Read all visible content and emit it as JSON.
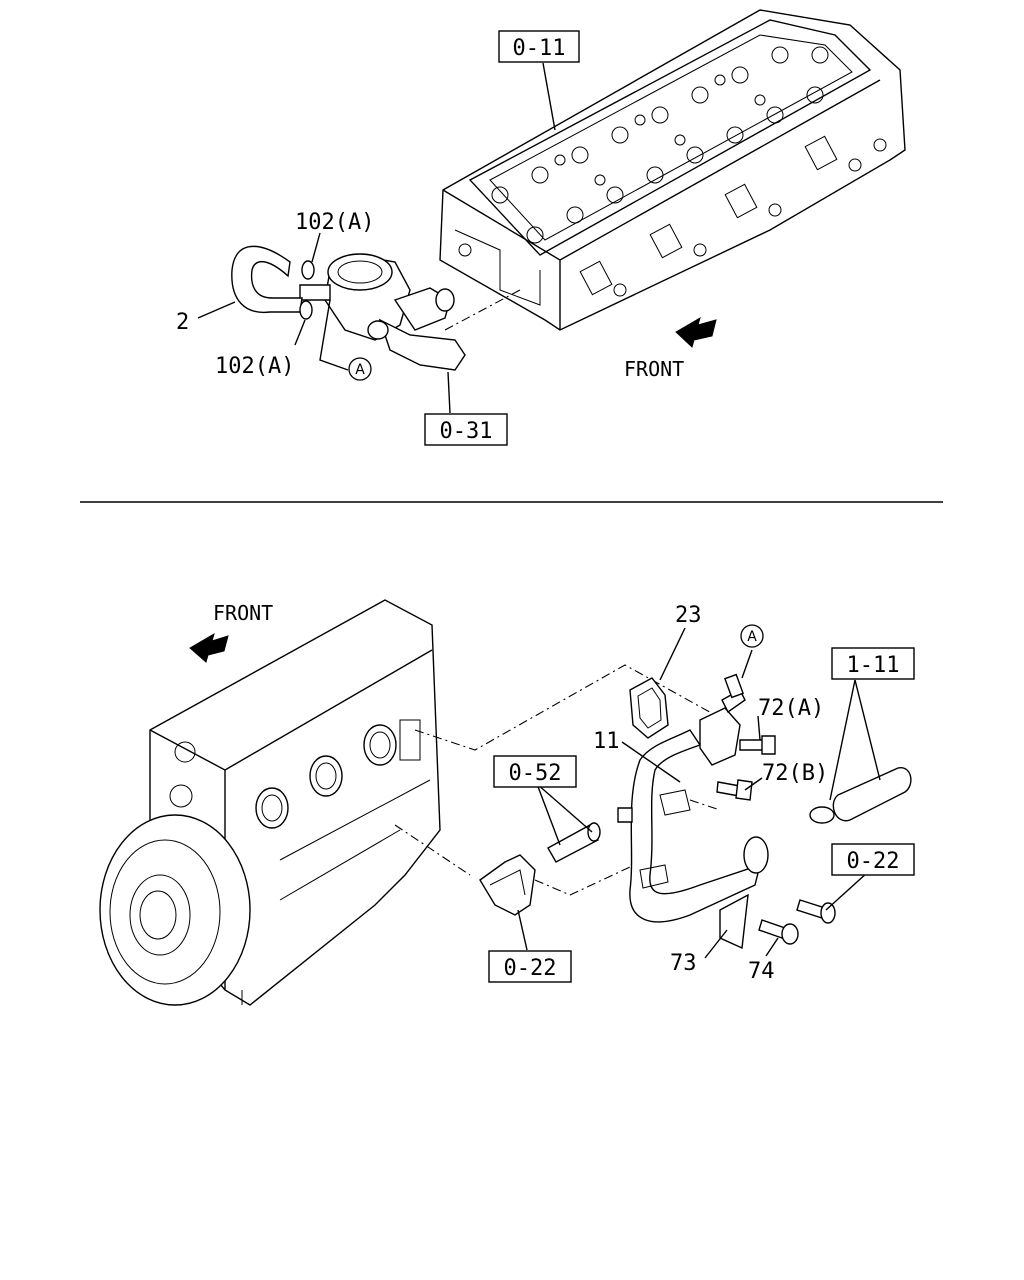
{
  "top_view": {
    "callouts": {
      "ref_0_11": "0-11",
      "ref_0_31": "0-31",
      "part_102a_upper": "102(A)",
      "part_102a_lower": "102(A)",
      "part_2": "2",
      "circle_a": "A",
      "front": "FRONT"
    }
  },
  "bottom_view": {
    "callouts": {
      "front": "FRONT",
      "part_23": "23",
      "circle_a": "A",
      "ref_1_11": "1-11",
      "part_72a": "72(A)",
      "part_72b": "72(B)",
      "part_11": "11",
      "ref_0_52": "0-52",
      "ref_0_22_right": "0-22",
      "ref_0_22_bottom": "0-22",
      "part_73": "73",
      "part_74": "74"
    }
  }
}
